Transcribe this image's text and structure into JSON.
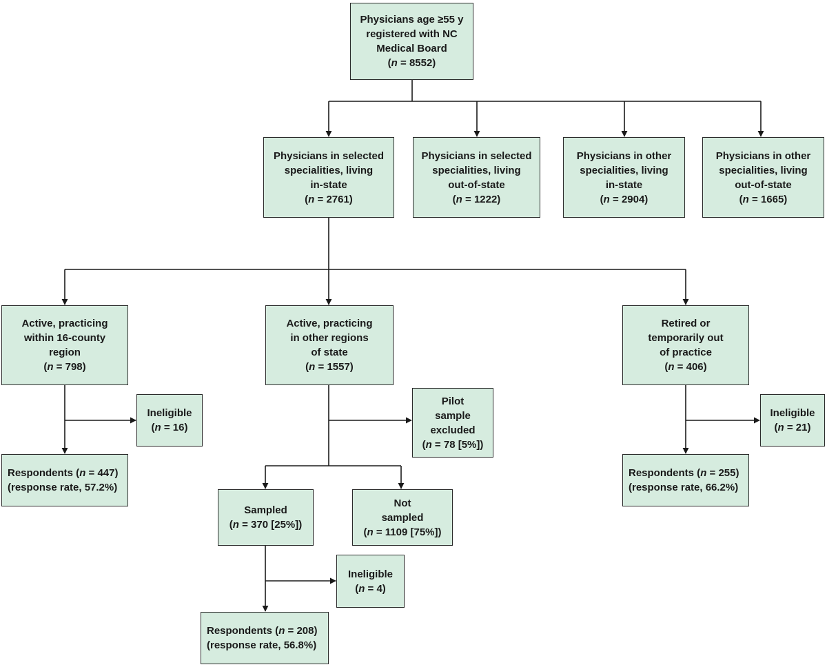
{
  "colors": {
    "box_fill": "#d6ecdf",
    "border": "#2b2b2b",
    "connector": "#1a1a1a"
  },
  "nodes": {
    "root": {
      "lines": [
        "Physicians age ≥55 y",
        "registered with NC",
        "Medical Board"
      ],
      "n_label": "n",
      "n_rest": " = 8552)"
    },
    "sel_in": {
      "lines": [
        "Physicians in selected",
        "specialities, living",
        "in-state"
      ],
      "n_label": "n",
      "n_rest": " = 2761)"
    },
    "sel_out": {
      "lines": [
        "Physicians in selected",
        "specialities, living",
        "out-of-state"
      ],
      "n_label": "n",
      "n_rest": " = 1222)"
    },
    "oth_in": {
      "lines": [
        "Physicians in other",
        "specialities, living",
        "in-state"
      ],
      "n_label": "n",
      "n_rest": " = 2904)"
    },
    "oth_out": {
      "lines": [
        "Physicians in other",
        "specialities, living",
        "out-of-state"
      ],
      "n_label": "n",
      "n_rest": " = 1665)"
    },
    "active16": {
      "lines": [
        "Active, practicing",
        "within 16-county",
        "region"
      ],
      "n_label": "n",
      "n_rest": " = 798)"
    },
    "active_other": {
      "lines": [
        "Active, practicing",
        "in other regions",
        "of state"
      ],
      "n_label": "n",
      "n_rest": " = 1557)"
    },
    "retired": {
      "lines": [
        "Retired or",
        "temporarily out",
        "of practice"
      ],
      "n_label": "n",
      "n_rest": " = 406)"
    },
    "inel16": {
      "lines": [
        "Ineligible"
      ],
      "n_label": "n",
      "n_rest": " = 16)"
    },
    "pilot": {
      "lines": [
        "Pilot",
        "sample",
        "excluded"
      ],
      "n_label": "n",
      "n_rest": " = 78 [5%])"
    },
    "inel_ret": {
      "lines": [
        "Ineligible"
      ],
      "n_label": "n",
      "n_rest": " = 21)"
    },
    "resp16": {
      "lines_left": [
        "Respondents ("
      ],
      "n_label": "n",
      "n_rest": " = 447)",
      "line2": "(response rate, 57.2%)"
    },
    "sampled": {
      "lines": [
        "Sampled"
      ],
      "n_label": "n",
      "n_rest": " = 370 [25%])"
    },
    "not_sampled": {
      "lines": [
        "Not",
        "sampled"
      ],
      "n_label": "n",
      "n_rest": " = 1109 [75%])"
    },
    "resp_ret": {
      "lines_left": [
        "Respondents ("
      ],
      "n_label": "n",
      "n_rest": " = 255)",
      "line2": "(response rate, 66.2%)"
    },
    "inel_samp": {
      "lines": [
        "Ineligible"
      ],
      "n_label": "n",
      "n_rest": " = 4)"
    },
    "resp_samp": {
      "lines_left": [
        "Respondents ("
      ],
      "n_label": "n",
      "n_rest": " = 208)",
      "line2": "(response rate, 56.8%)"
    }
  }
}
